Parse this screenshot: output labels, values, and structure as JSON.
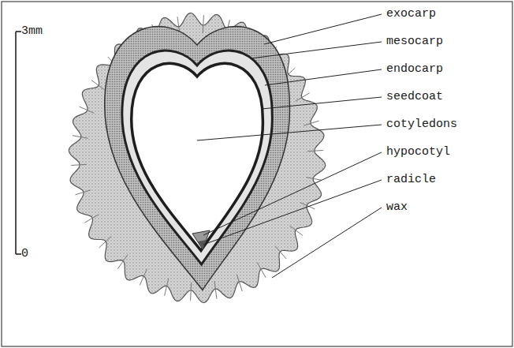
{
  "diagram": {
    "labels": [
      "3mm",
      "0",
      "exocarp",
      "mesocarp",
      "endocarp",
      "seedcoat",
      "cotyledons",
      "hypocotyl",
      "radicle",
      "wax"
    ]
  }
}
